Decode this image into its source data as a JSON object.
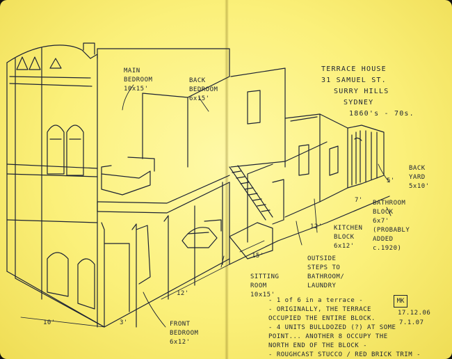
{
  "labels": {
    "main_bedroom": [
      "MAIN",
      "BEDROOM",
      "10x15'"
    ],
    "back_bedroom": [
      "BACK",
      "BEDROOM",
      "6x15'"
    ],
    "sitting_room": [
      "SITTING",
      "ROOM",
      "10x15'"
    ],
    "front_bedroom": [
      "FRONT",
      "BEDROOM",
      "6x12'"
    ],
    "kitchen": [
      "KITCHEN",
      "BLOCK",
      "6x12'"
    ],
    "outside_steps": [
      "OUTSIDE",
      "STEPS TO",
      "BATHROOM/",
      "LAUNDRY"
    ],
    "bathroom": [
      "BATHROOM",
      "BLOCK",
      "6x7'",
      "(PROBABLY",
      "ADDED",
      "c.1920)"
    ],
    "back_yard": [
      "BACK",
      "YARD",
      "5x10'"
    ]
  },
  "dimensions": {
    "d_10": "10'",
    "d_3": "3'",
    "d_12_front": "12'",
    "d_15": "15'",
    "d_12_kitchen": "12'",
    "d_7": "7'",
    "d_5": "5'"
  },
  "title_block": [
    "TERRACE HOUSE",
    "31 SAMUEL ST.",
    "SURRY HILLS",
    "SYDNEY",
    "1860's - 70s."
  ],
  "notes": [
    "- 1 of 6 in a terrace -",
    "- ORIGINALLY, THE TERRACE",
    "  OCCUPIED THE ENTIRE BLOCK.",
    "- 4 UNITS BULLDOZED (?) AT SOME",
    "  POINT... ANOTHER 8 OCCUPY THE",
    "  NORTH END OF THE BLOCK -",
    "- ROUGHCAST STUCCO / RED BRICK TRIM -"
  ],
  "signature": {
    "initials": "MK",
    "date1": "17.12.06",
    "date2": "7.1.07"
  },
  "colors": {
    "paper": "#fbf07a",
    "ink": "#1c2233"
  }
}
